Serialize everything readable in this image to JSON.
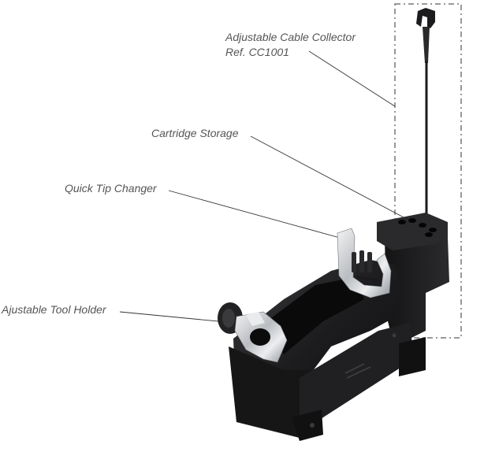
{
  "callouts": {
    "cable_collector": {
      "name": "Adjustable Cable Collector",
      "ref": "Ref. CC1001"
    },
    "cartridge_storage": "Cartridge Storage",
    "quick_tip_changer": "Quick Tip Changer",
    "tool_holder": "Ajustable Tool Holder"
  },
  "colors": {
    "label_text": "#555555",
    "leader_line": "#333333",
    "stand_body": "#1c1c1e",
    "metal_parts": "#c8cbce"
  }
}
